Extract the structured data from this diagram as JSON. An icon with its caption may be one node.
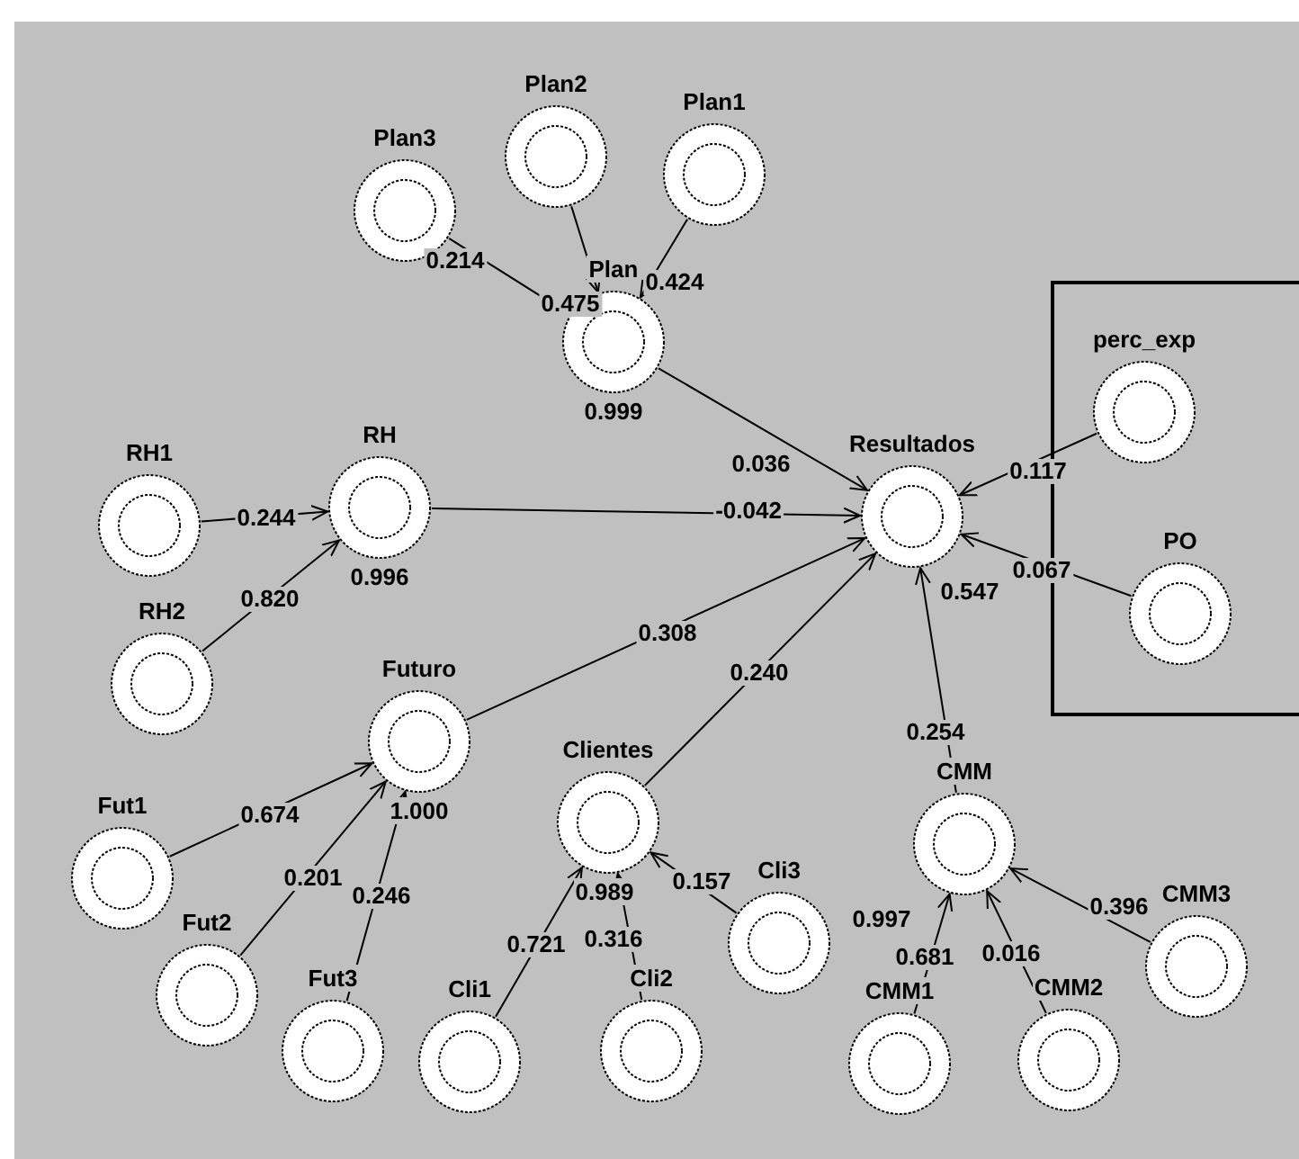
{
  "diagram": {
    "nodes": [
      {
        "text": [
          "Plan2"
        ]
      },
      {
        "text": [
          "Plan1"
        ]
      },
      {
        "text": [
          "Plan3"
        ]
      },
      {
        "text": [
          "Plan"
        ],
        "beside": [
          "0.999"
        ]
      },
      {
        "text": [],
        "shape": "box"
      },
      {
        "text": [
          "perc_exp"
        ],
        "in": 4
      },
      {
        "text": [
          "RH1"
        ]
      },
      {
        "text": [
          "RH"
        ],
        "beside": [
          "0.996"
        ]
      },
      {
        "text": [
          "Resultados",
          "0.547"
        ]
      },
      {
        "text": [
          "PO"
        ],
        "in": 4
      },
      {
        "text": [
          "RH2"
        ]
      },
      {
        "text": [
          "Futuro"
        ],
        "beside": [
          "1.000"
        ]
      },
      {
        "text": [
          "Clientes"
        ],
        "beside": [
          "0.989"
        ]
      },
      {
        "text": [
          "CMM",
          "0.997"
        ]
      },
      {
        "text": [
          "Fut1"
        ]
      },
      {
        "text": [
          "Fut2"
        ]
      },
      {
        "text": [
          "Cli3"
        ]
      },
      {
        "text": [
          "CMM3"
        ]
      },
      {
        "text": [
          "Fut3"
        ]
      },
      {
        "text": [
          "Cli1"
        ]
      },
      {
        "text": [
          "Cli2"
        ]
      },
      {
        "text": [
          "CMM1"
        ]
      },
      {
        "text": [
          "CMM2"
        ]
      }
    ],
    "edges": [
      {
        "from": 2,
        "to": 3,
        "label": "0.214",
        "arrow": "to"
      },
      {
        "from": 0,
        "to": 3,
        "label": "0.475",
        "arrow": "to"
      },
      {
        "from": 1,
        "to": 3,
        "label": "0.424",
        "arrow": "to"
      },
      {
        "from": 3,
        "to": 8,
        "label": "0.036",
        "arrow": "to"
      },
      {
        "from": 6,
        "to": 7,
        "label": "0.244",
        "arrow": "to"
      },
      {
        "from": 7,
        "to": 8,
        "label": "-0.042",
        "arrow": "to"
      },
      {
        "from": 5,
        "to": 8,
        "label": "0.117",
        "arrow": "to"
      },
      {
        "from": 10,
        "to": 7,
        "label": "0.820",
        "arrow": "to"
      },
      {
        "from": 9,
        "to": 8,
        "label": "0.067",
        "arrow": "to"
      },
      {
        "from": 11,
        "to": 8,
        "label": "0.308",
        "arrow": "to"
      },
      {
        "from": 12,
        "to": 8,
        "label": "0.240",
        "arrow": "to"
      },
      {
        "from": 13,
        "to": 8,
        "label": "0.254",
        "arrow": "to"
      },
      {
        "from": 14,
        "to": 11,
        "label": "0.674",
        "arrow": "to"
      },
      {
        "from": 15,
        "to": 11,
        "label": "0.201",
        "arrow": "to"
      },
      {
        "from": 18,
        "to": 11,
        "label": "0.246",
        "arrow": "to"
      },
      {
        "from": 16,
        "to": 12,
        "label": "0.157",
        "arrow": "to"
      },
      {
        "from": 19,
        "to": 12,
        "label": "0.721",
        "arrow": "to"
      },
      {
        "from": 20,
        "to": 12,
        "label": "0.316",
        "arrow": "to"
      },
      {
        "from": 17,
        "to": 13,
        "label": "0.396",
        "arrow": "to"
      },
      {
        "from": 21,
        "to": 13,
        "label": "0.681",
        "arrow": "to"
      },
      {
        "from": 22,
        "to": 13,
        "label": "0.016",
        "arrow": "to"
      }
    ]
  }
}
